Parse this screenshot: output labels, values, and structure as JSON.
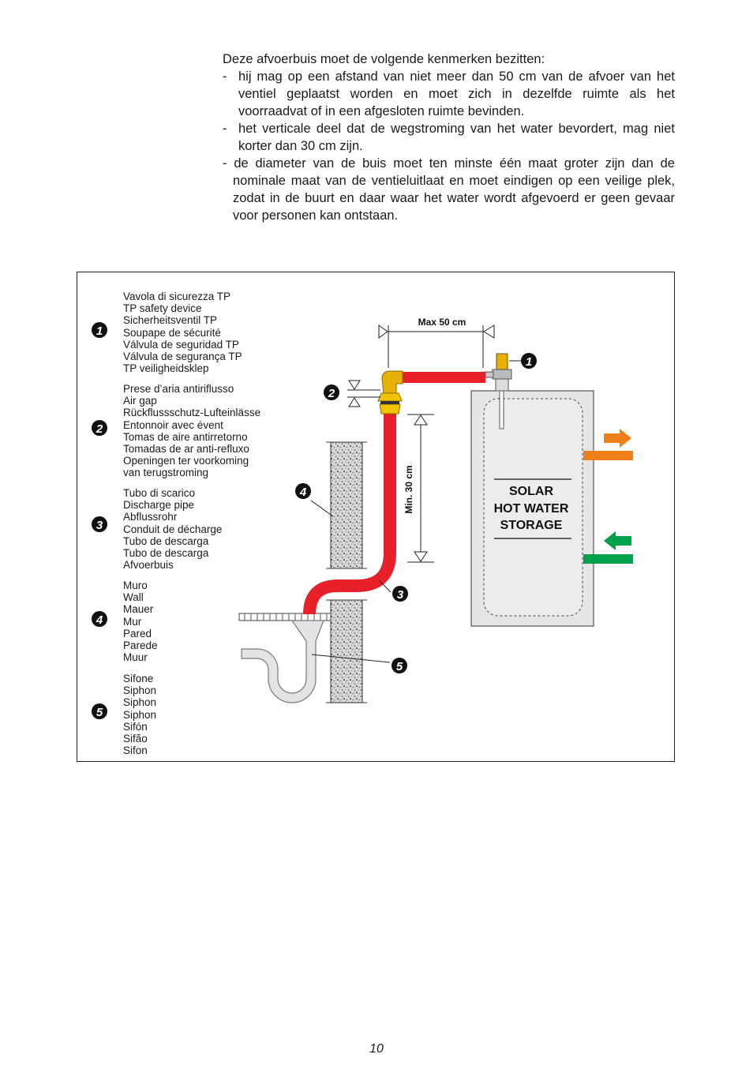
{
  "intro": {
    "lead": "Deze afvoerbuis moet de volgende kenmerken bezitten:",
    "items": [
      {
        "marker": "-",
        "text": "hij mag op een afstand van niet meer dan 50 cm van de afvoer van het ventiel geplaatst worden en moet zich in dezelfde ruimte als het voorraadvat of in een afgesloten ruimte bevinden."
      },
      {
        "marker": "-",
        "text": "het verticale deel dat de wegstroming van het water bevordert, mag niet korter dan 30 cm zijn."
      },
      {
        "marker": "-",
        "text": "de diameter van de buis moet ten minste één maat groter zijn dan de nominale maat van de ventieluitlaat en moet eindigen op een veilige plek, zodat in de buurt en daar waar het water wordt afgevoerd er geen gevaar voor personen kan ontstaan."
      }
    ]
  },
  "legend": [
    {
      "number": "1",
      "lines": [
        "Vavola di sicurezza TP",
        "TP safety device",
        "Sicherheitsventil TP",
        "Soupape de sécurité",
        "Válvula de seguridad TP",
        "Válvula de segurança TP",
        "TP veiligheidsklep"
      ]
    },
    {
      "number": "2",
      "lines": [
        "Prese d’aria antiriflusso",
        "Air gap",
        "Rückflussschutz-Lufteinlässe",
        "Entonnoir avec évent",
        "Tomas de aire antirretorno",
        "Tomadas de ar anti-refluxo",
        "Openingen ter voorkoming",
        "van terugstroming"
      ]
    },
    {
      "number": "3",
      "lines": [
        "Tubo di scarico",
        "Discharge pipe",
        "Abflussrohr",
        "Conduit de décharge",
        "Tubo de descarga",
        "Tubo de descarga",
        "Afvoerbuis"
      ]
    },
    {
      "number": "4",
      "lines": [
        "Muro",
        "Wall",
        "Mauer",
        "Mur",
        "Pared",
        "Parede",
        "Muur"
      ]
    },
    {
      "number": "5",
      "lines": [
        "Sifone",
        "Siphon",
        "Siphon",
        "Siphon",
        "Sifón",
        "Sifão",
        "Sifon"
      ]
    }
  ],
  "diagram": {
    "max_label": "Max 50 cm",
    "min_label": "Min. 30 cm",
    "tank_label_line1": "SOLAR",
    "tank_label_line2": "HOT WATER",
    "tank_label_line3": "STORAGE",
    "callouts": [
      "1",
      "2",
      "3",
      "4",
      "5"
    ],
    "colors": {
      "pipe": "#e8202a",
      "valve": "#e8b000",
      "hot_arrow": "#ef7f1a",
      "cold_arrow": "#00a14b",
      "tank": "#e6e6e6"
    }
  },
  "page_number": "10"
}
